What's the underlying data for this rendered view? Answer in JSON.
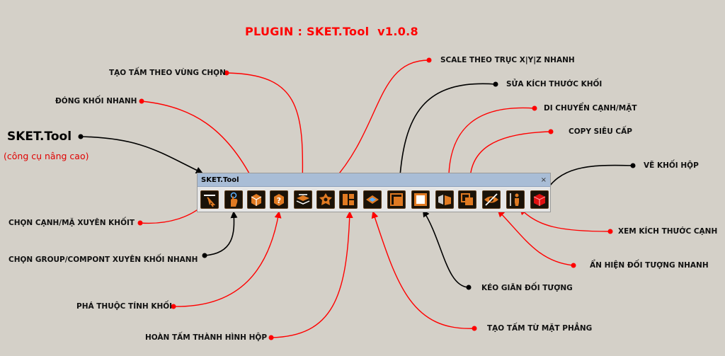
{
  "title": "PLUGIN : SKET.Tool  v1.0.8",
  "plugin": {
    "name": "SKET.Tool",
    "subtitle": "(công cụ nâng cao)"
  },
  "toolbar": {
    "title": "SKET.Tool",
    "close": "×"
  },
  "colors": {
    "arrow_red": "#ff0000",
    "arrow_black": "#000000",
    "accent_orange": "#e07a22",
    "background": "#d4d0c8"
  },
  "buttons": [
    {
      "icon": "select-through-icon"
    },
    {
      "icon": "hand-pick-icon"
    },
    {
      "icon": "box-icon"
    },
    {
      "icon": "question-box-icon"
    },
    {
      "icon": "panel-fill-icon"
    },
    {
      "icon": "scale-star-icon"
    },
    {
      "icon": "resize-block-icon"
    },
    {
      "icon": "face-panel-icon"
    },
    {
      "icon": "stretch-square-icon"
    },
    {
      "icon": "frame-square-icon"
    },
    {
      "icon": "move-face-icon"
    },
    {
      "icon": "copy-icon"
    },
    {
      "icon": "hide-eye-icon"
    },
    {
      "icon": "edge-dimension-icon"
    },
    {
      "icon": "red-cube-icon"
    }
  ],
  "callouts": {
    "tao_tam_vung": "TẠO TẤM THEO VÙNG CHỌN",
    "dong_khoi": "ĐÓNG KHỐI NHANH",
    "scale_truc": "SCALE THEO TRỤC X|Y|Z NHANH",
    "sua_kich_thuoc": "SỬA KÍCH THƯỚC KHỐI",
    "di_chuyen": "DI CHUYỂN CẠNH/MẶT",
    "copy": "COPY SIÊU CẤP",
    "ve_khoi": "VẼ KHỐI HỘP",
    "chon_canh": "CHỌN CẠNH/MẶ XUYÊN KHỐIT",
    "chon_group": "CHỌN GROUP/COMPONT XUYÊN KHỐI NHANH",
    "pha_thuoc": "PHÁ THUỘC TÍNH KHỐI",
    "hoan_tam": "HOÀN TẤM THÀNH HÌNH HỘP",
    "keo_gian": "KÉO GIÃN ĐỐI TƯỢNG",
    "tao_tam_mat": "TẠO TẤM TỪ MẶT PHẲNG",
    "an_hien": "ẨN HIỆN ĐỐI TƯỢNG NHANH",
    "xem_canh": "XEM KÍCH THƯỚC CẠNH"
  }
}
